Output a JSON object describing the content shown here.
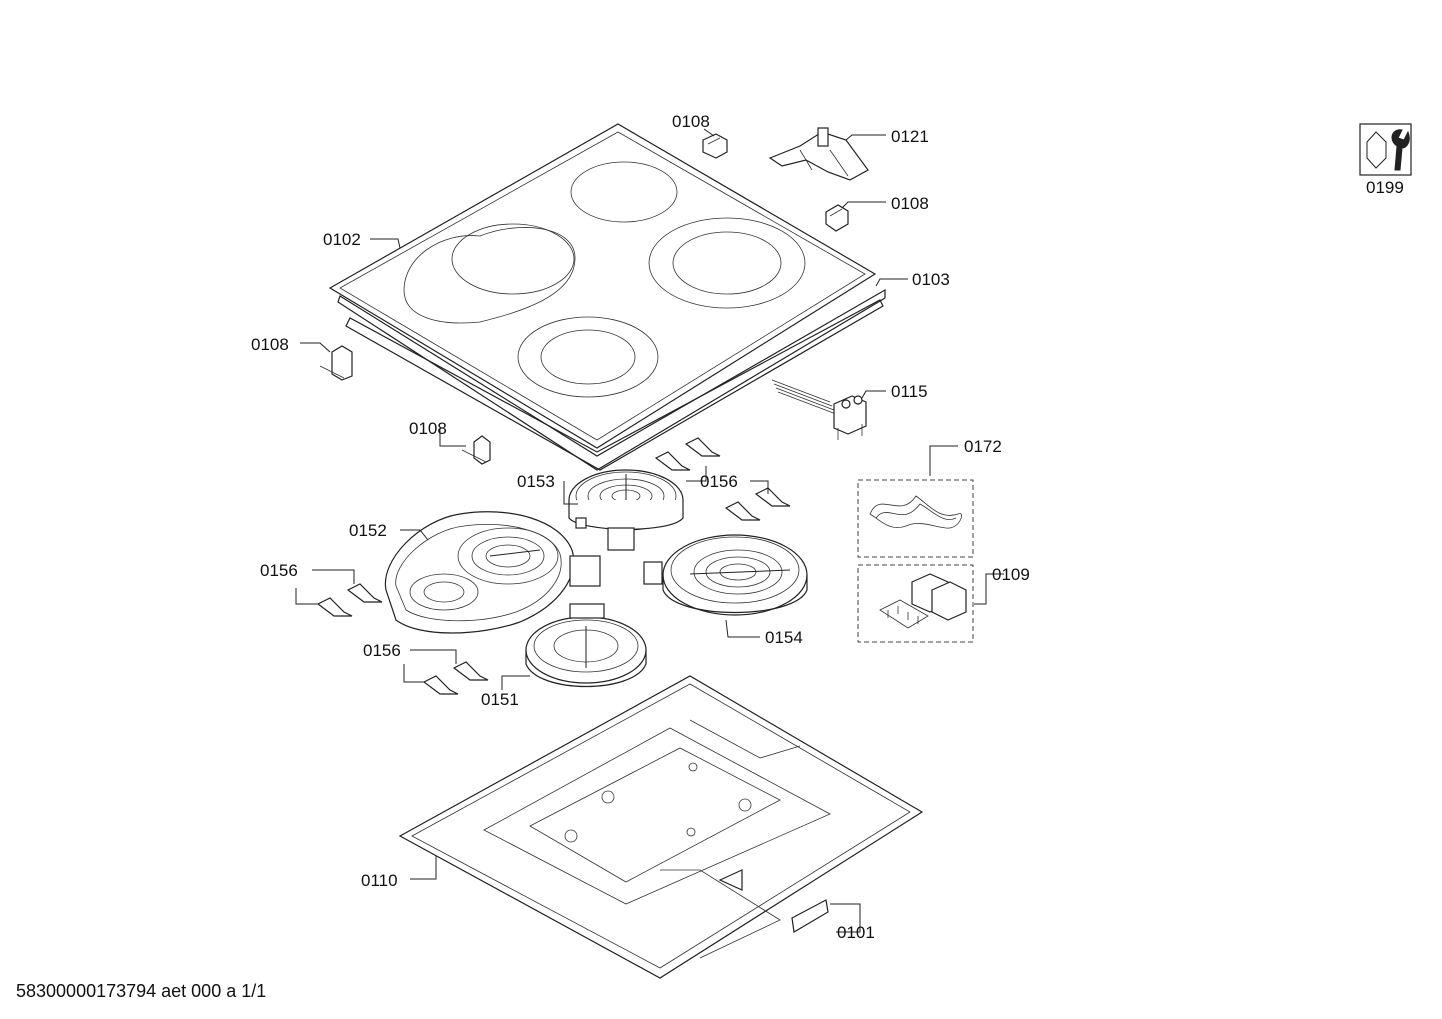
{
  "footer": "58300000173794 aet 000 a 1/1",
  "tool_label": "0199",
  "labels": {
    "l0108a": "0108",
    "l0121": "0121",
    "l0108b": "0108",
    "l0102": "0102",
    "l0103": "0103",
    "l0108c": "0108",
    "l0115": "0115",
    "l0108d": "0108",
    "l0172": "0172",
    "l0153": "0153",
    "l0156a": "0156",
    "l0152": "0152",
    "l0156b": "0156",
    "l0109": "0109",
    "l0154": "0154",
    "l0156c": "0156",
    "l0151": "0151",
    "l0110": "0110",
    "l0101": "0101"
  }
}
